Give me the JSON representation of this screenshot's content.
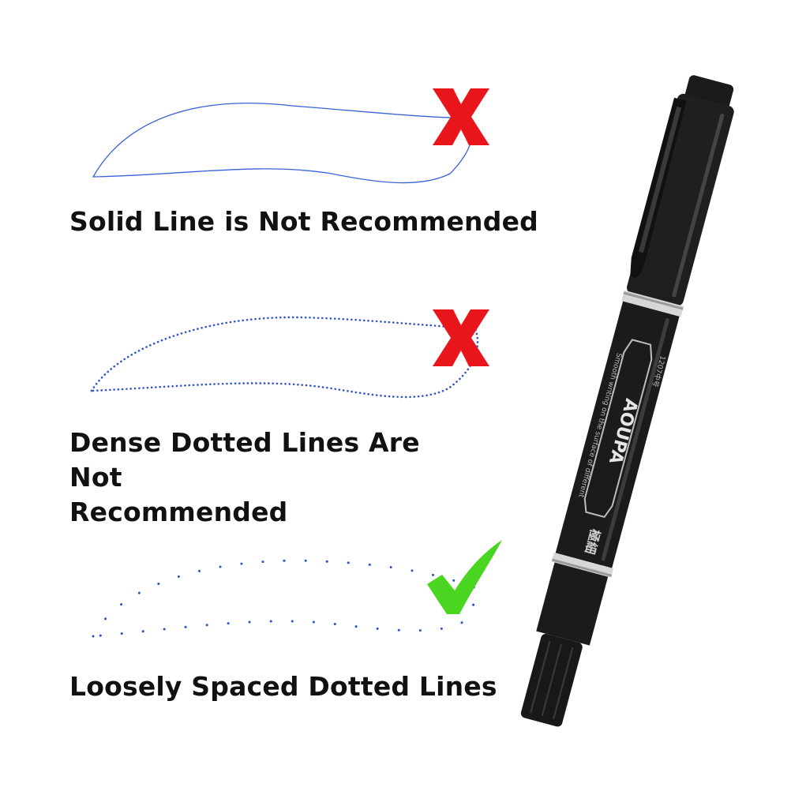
{
  "examples": [
    {
      "caption": "Solid Line is Not Recommended",
      "verdict": "not-recommended",
      "mark_icon": "red-x-icon",
      "line_style": "solid"
    },
    {
      "caption": "Dense Dotted Lines Are Not\nRecommended",
      "verdict": "not-recommended",
      "mark_icon": "red-x-icon",
      "line_style": "dense-dotted"
    },
    {
      "caption": "Loosely Spaced Dotted Lines",
      "verdict": "recommended",
      "mark_icon": "green-check-icon",
      "line_style": "loose-dotted"
    }
  ],
  "colors": {
    "line": "#3a63d8",
    "cross": "#e8161b",
    "check": "#4ad521",
    "pen_body": "#1b1b1b",
    "pen_band": "#cfcfcf"
  },
  "product": {
    "icon": "double-tip-marker-pen-icon",
    "barrel_text": "AOUPA",
    "barrel_sub": "Smooth writing on the surface of different",
    "barrel_cjk": "極細",
    "barrel_model": "1207中号"
  }
}
